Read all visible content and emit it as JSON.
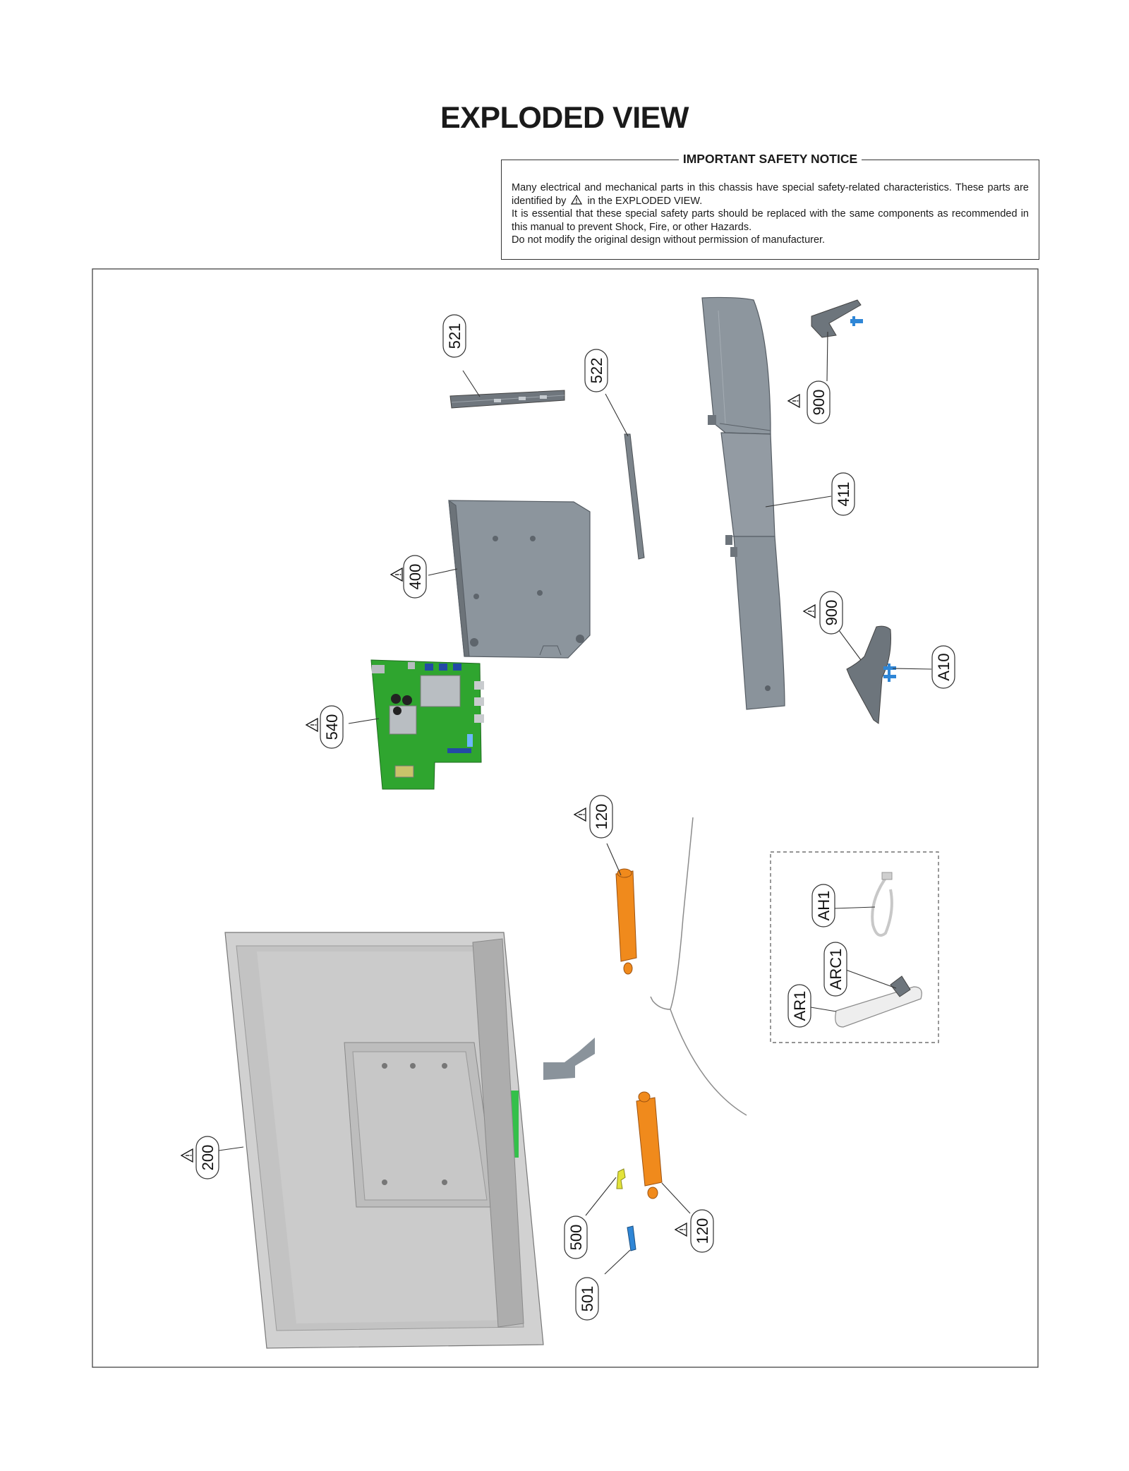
{
  "page": {
    "title": "EXPLODED VIEW"
  },
  "notice": {
    "title": "IMPORTANT SAFETY NOTICE",
    "line1a": "Many electrical and mechanical parts in this chassis have special safety-related characteristics. These parts are identified by",
    "line1b": "in the EXPLODED VIEW.",
    "line2": "It is essential that these special safety parts should be replaced with the same components as recommended in this manual to prevent Shock, Fire, or other Hazards.",
    "line3": "Do not modify the original design without permission of manufacturer."
  },
  "callouts": {
    "c521": "521",
    "c522": "522",
    "c900a": "900",
    "c411": "411",
    "c400": "400",
    "c900b": "900",
    "cA10": "A10",
    "c540": "540",
    "c120a": "120",
    "cAH1": "AH1",
    "cARC1": "ARC1",
    "cAR1": "AR1",
    "c200": "200",
    "c500": "500",
    "c120b": "120",
    "c501": "501"
  },
  "icons": {
    "safety": "warning-triangle-icon"
  },
  "colors": {
    "gray_part": "#8a939b",
    "board_green": "#2fa52f",
    "speaker_orange": "#f08a1c",
    "screw_blue": "#2f86d6",
    "panel_gray": "#c9c9c9"
  }
}
